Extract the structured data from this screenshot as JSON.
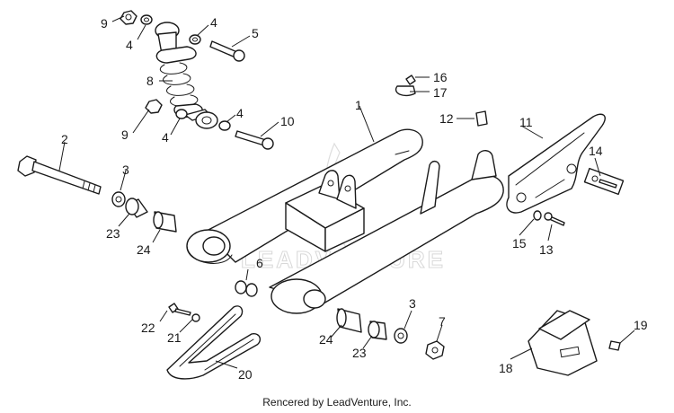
{
  "watermark": "LEADVENTURE",
  "footer": "Rencered by LeadVenture, Inc.",
  "callouts": {
    "c1": "1",
    "c2": "2",
    "c3a": "3",
    "c3b": "3",
    "c4a": "4",
    "c4b": "4",
    "c4c": "4",
    "c4d": "4",
    "c5": "5",
    "c6": "6",
    "c7": "7",
    "c8": "8",
    "c9a": "9",
    "c9b": "9",
    "c10": "10",
    "c11": "11",
    "c12": "12",
    "c13": "13",
    "c14": "14",
    "c15": "15",
    "c16": "16",
    "c17": "17",
    "c18": "18",
    "c19": "19",
    "c20": "20",
    "c21": "21",
    "c22": "22",
    "c23a": "23",
    "c23b": "23",
    "c24a": "24",
    "c24b": "24"
  }
}
